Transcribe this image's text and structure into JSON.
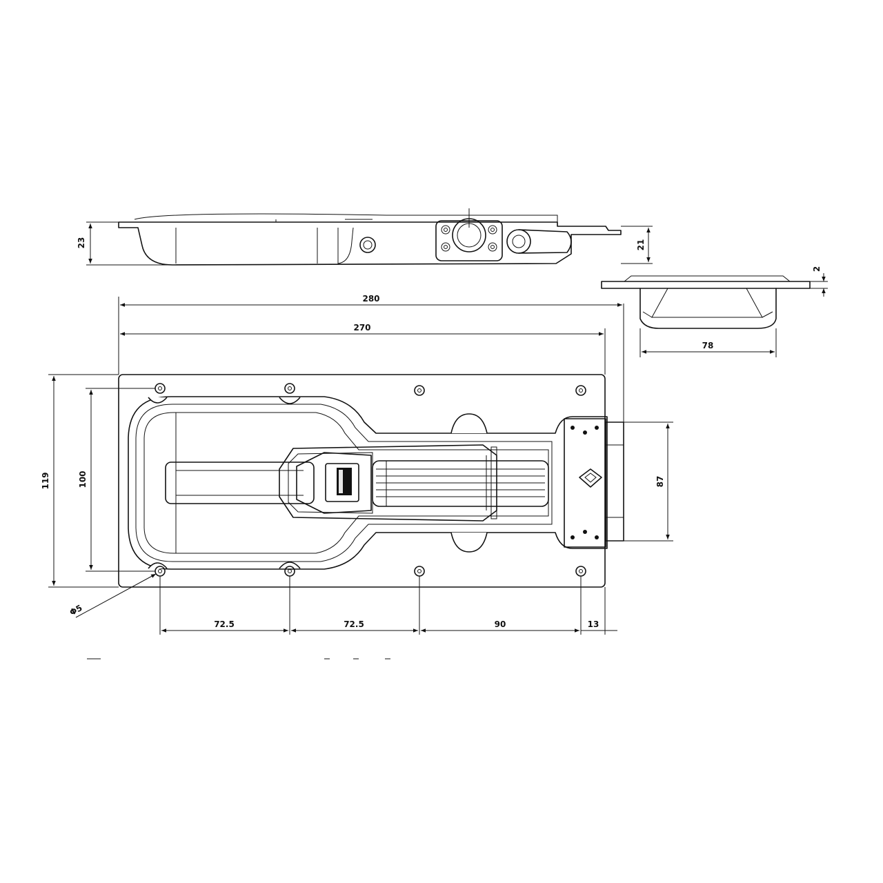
{
  "dimensions": {
    "side_height": "23",
    "side_right_height": "21",
    "thickness": "2",
    "overall_length": "280",
    "hole_span": "270",
    "end_width": "78",
    "overall_width": "119",
    "hole_width": "100",
    "keeper_width": "87",
    "hole_diameter": "Φ5",
    "pitch_1": "72.5",
    "pitch_2": "72.5",
    "pitch_3": "90",
    "edge_offset": "13"
  },
  "colors": {
    "line": "#111111",
    "background": "#ffffff"
  },
  "icons": {
    "logo": "diamond-chevron-logo"
  }
}
